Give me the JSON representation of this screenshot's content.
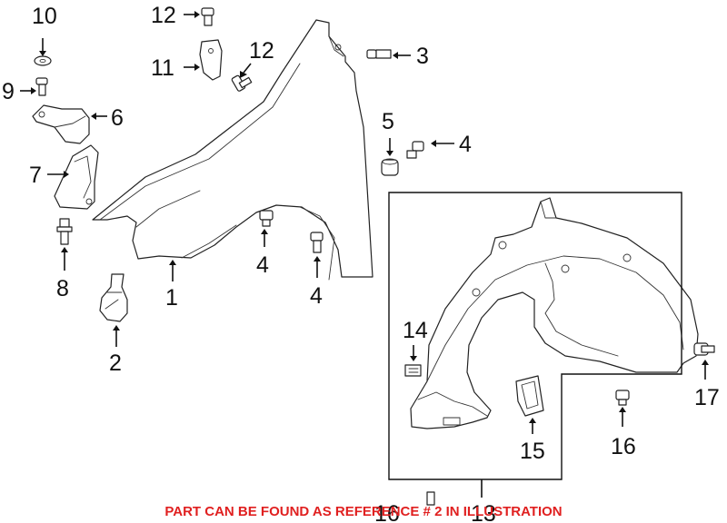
{
  "callouts": {
    "c1": "1",
    "c2": "2",
    "c3": "3",
    "c4a": "4",
    "c4b": "4",
    "c4c": "4",
    "c5": "5",
    "c6": "6",
    "c7": "7",
    "c8": "8",
    "c9": "9",
    "c10": "10",
    "c11": "11",
    "c12a": "12",
    "c12b": "12",
    "c13": "13",
    "c14": "14",
    "c15": "15",
    "c16a": "16",
    "c16b": "16",
    "c17": "17"
  },
  "footer_note": "PART CAN BE FOUND AS REFERENCE # 2 IN ILLUSTRATION",
  "colors": {
    "note": "#e02020",
    "lines": "#222222"
  }
}
